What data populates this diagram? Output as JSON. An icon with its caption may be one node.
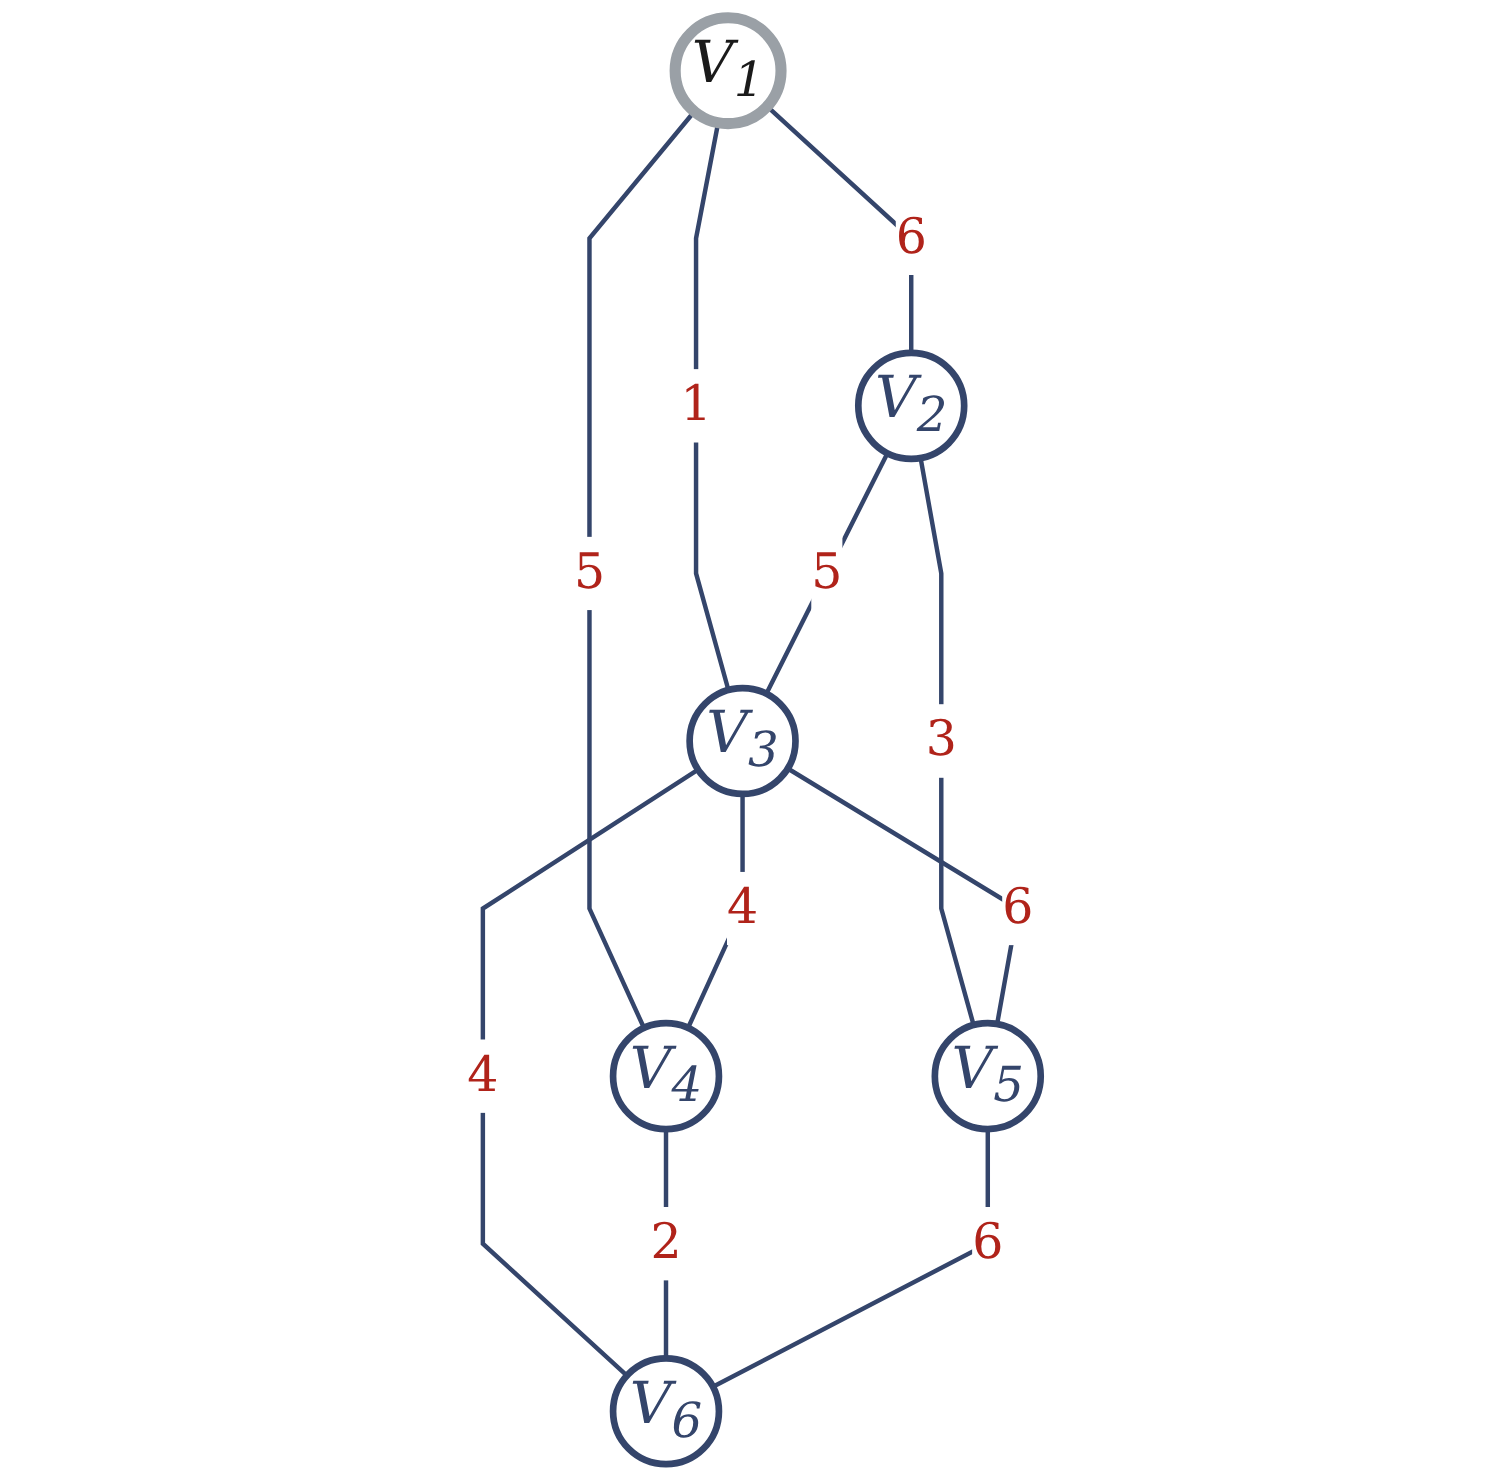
{
  "diagram": {
    "nodes": [
      {
        "text": [
          "V$_{1}$"
        ]
      },
      {
        "text": [
          "V$_{2}$"
        ]
      },
      {
        "text": [
          "V$_{3}$"
        ]
      },
      {
        "text": [
          "V$_{4}$"
        ]
      },
      {
        "text": [
          "V$_{5}$"
        ]
      },
      {
        "text": [
          "V$_{6}$"
        ]
      }
    ],
    "edges": [
      {
        "from": 0,
        "to": 1,
        "arrow": "none",
        "label": "6"
      },
      {
        "from": 0,
        "to": 2,
        "arrow": "none",
        "label": "1"
      },
      {
        "from": 0,
        "to": 3,
        "arrow": "none",
        "label": "5"
      },
      {
        "from": 1,
        "to": 2,
        "arrow": "none",
        "label": "5"
      },
      {
        "from": 2,
        "to": 3,
        "arrow": "none",
        "label": "4"
      },
      {
        "from": 1,
        "to": 4,
        "arrow": "none",
        "label": "3"
      },
      {
        "from": 2,
        "to": 4,
        "arrow": "none",
        "label": "6"
      },
      {
        "from": 2,
        "to": 5,
        "arrow": "none",
        "label": "4"
      },
      {
        "from": 3,
        "to": 5,
        "arrow": "none",
        "label": "2"
      },
      {
        "from": 4,
        "to": 5,
        "arrow": "none",
        "label": "6"
      }
    ]
  }
}
